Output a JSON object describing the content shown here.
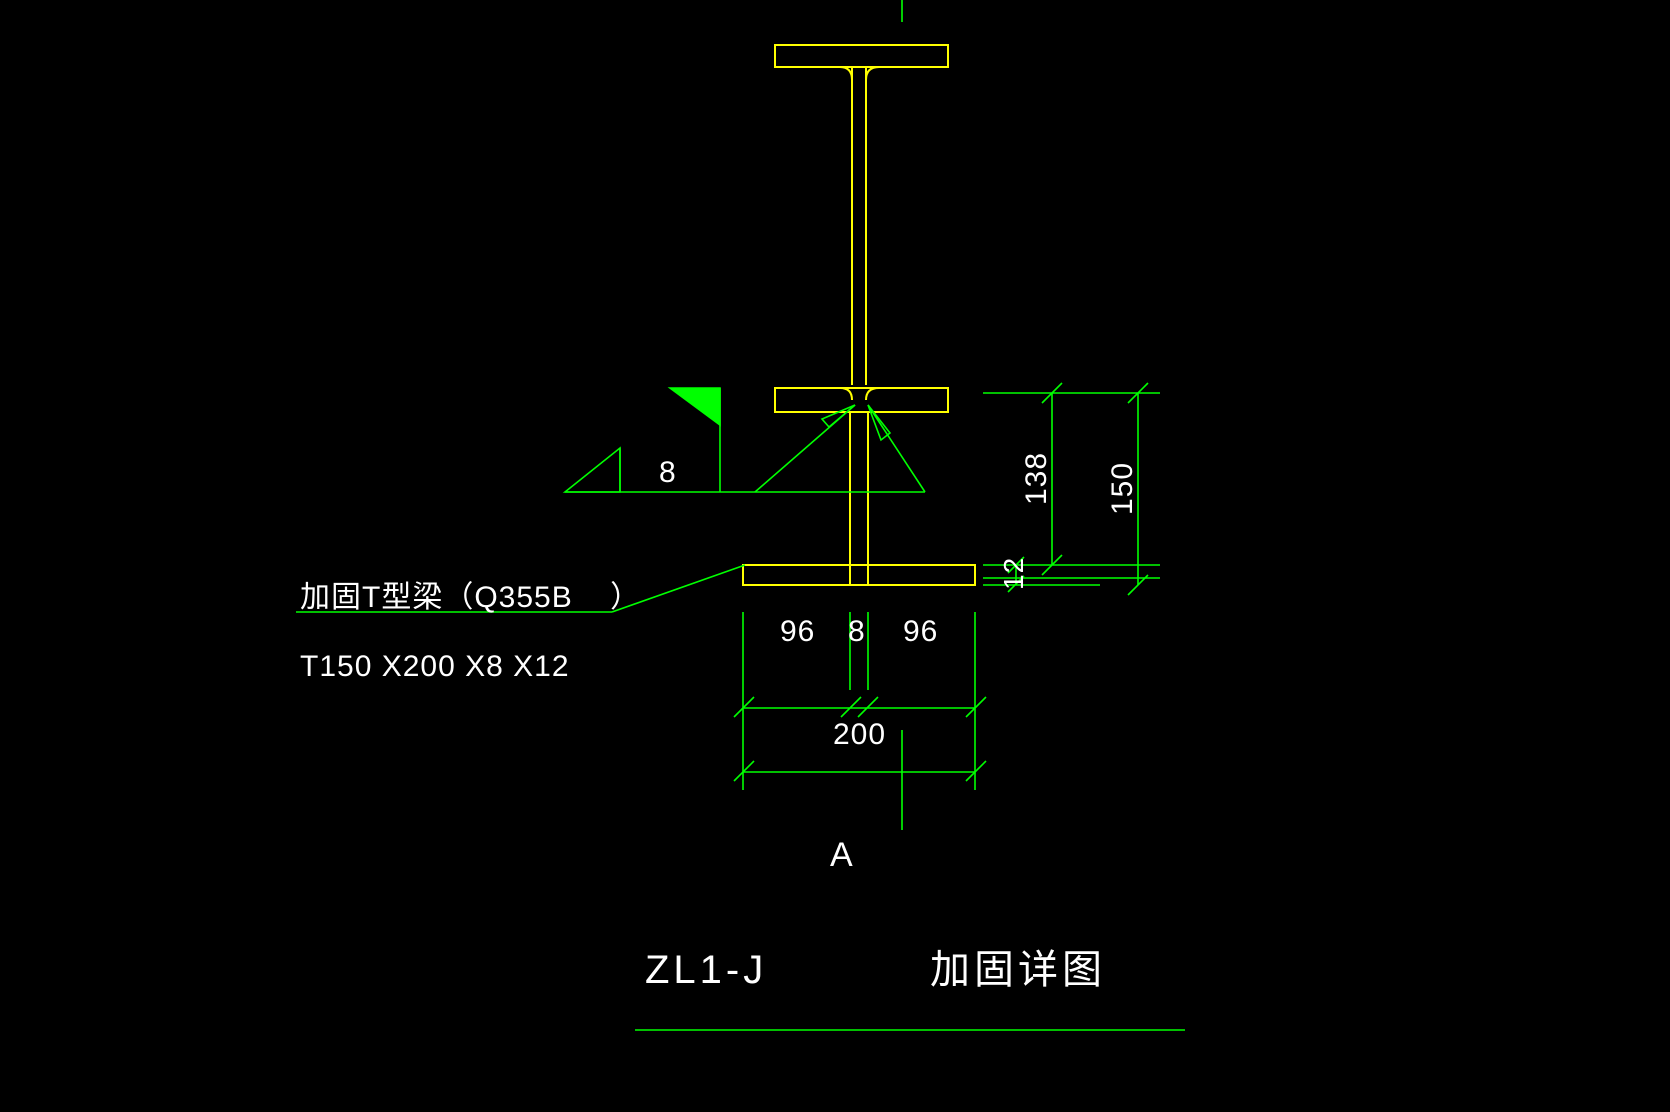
{
  "drawing": {
    "background_color": "#000000",
    "steel_color": "#ffff00",
    "annotation_color": "#00ff00",
    "text_color": "#ffffff",
    "title": "ZL1-J",
    "title_suffix": "加固详图",
    "section_marker": "A"
  },
  "leader_labels": {
    "line1": "加固T型梁（Q355B    ）",
    "line2": "T150 X200 X8 X12"
  },
  "weld": {
    "size": "8",
    "symbol": "fillet-weld-triangle"
  },
  "dimensions": {
    "vertical": [
      {
        "name": "web-height",
        "value": "138"
      },
      {
        "name": "overall-height",
        "value": "150"
      },
      {
        "name": "flange-thickness",
        "value": "12"
      }
    ],
    "horizontal": [
      {
        "name": "left-flange-outstand",
        "value": "96"
      },
      {
        "name": "web-thickness",
        "value": "8"
      },
      {
        "name": "right-flange-outstand",
        "value": "96"
      },
      {
        "name": "overall-width",
        "value": "200"
      }
    ]
  }
}
